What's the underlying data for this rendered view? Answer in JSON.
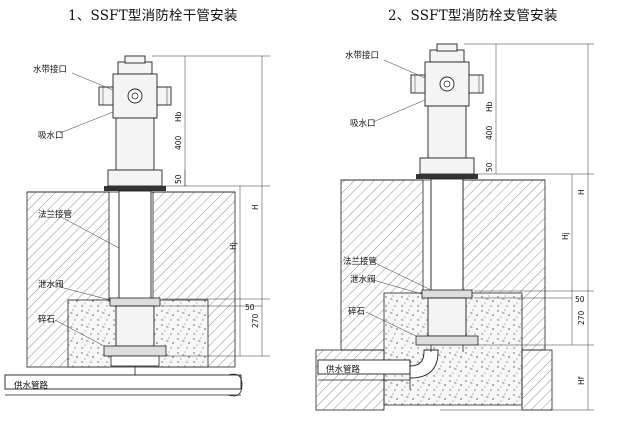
{
  "diagrams": [
    {
      "title": "1、SSFT型消防栓干管安装",
      "labels": {
        "hose_port": "水带接口",
        "suction_port": "吸水口",
        "flange_pipe": "法兰接管",
        "drain_valve": "泄水阀",
        "gravel": "碎石",
        "supply_pipe": "供水管路"
      },
      "dims": {
        "hb": "Hb",
        "d400": "400",
        "d50a": "50",
        "h": "H",
        "hj": "Hj",
        "d50b": "50",
        "d270": "270"
      }
    },
    {
      "title": "2、SSFT型消防栓支管安装",
      "labels": {
        "hose_port": "水带接口",
        "suction_port": "吸水口",
        "flange_pipe": "法兰接管",
        "drain_valve": "泄水阀",
        "gravel": "碎石",
        "supply_pipe": "供水管路"
      },
      "dims": {
        "hb": "Hb",
        "d400": "400",
        "d50a": "50",
        "h": "H",
        "hj": "Hj",
        "d50b": "50",
        "d270": "270",
        "hf": "Hf"
      }
    }
  ]
}
